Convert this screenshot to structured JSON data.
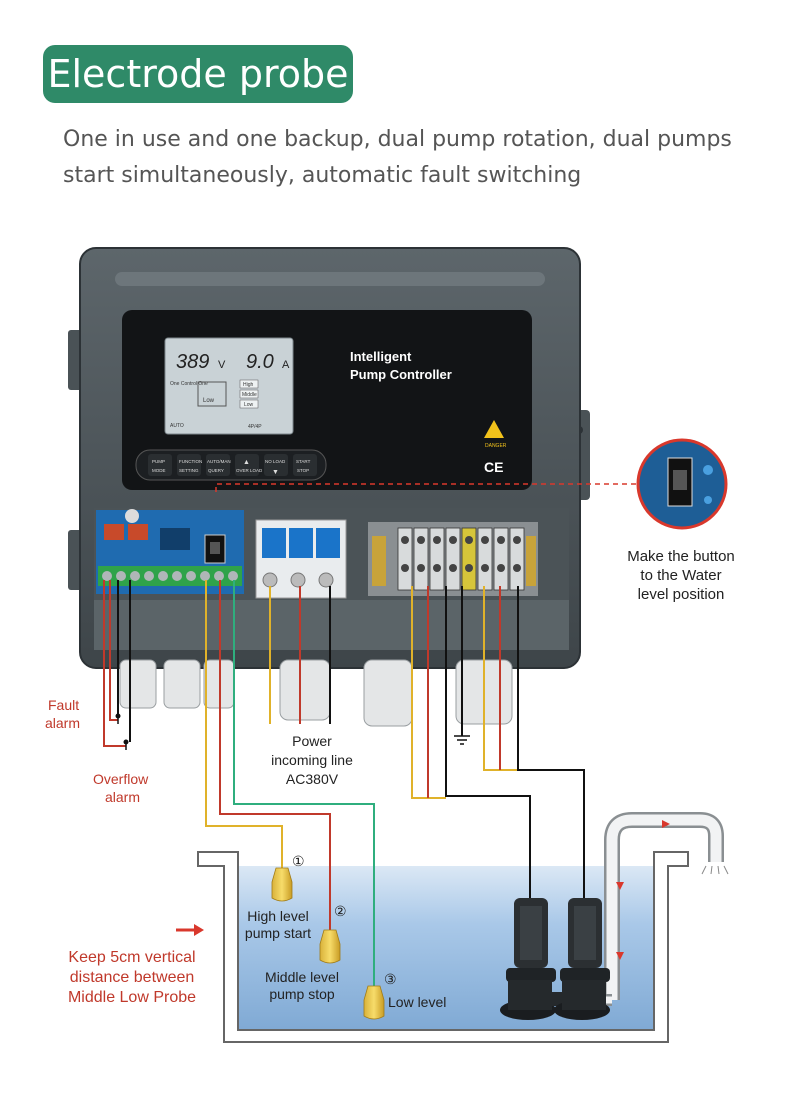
{
  "title": "Electrode probe",
  "subtitle": {
    "line1": "One in use and one backup, dual pump rotation, dual pumps",
    "line2": "start simultaneously, automatic fault switching"
  },
  "controller": {
    "voltage": "389",
    "voltage_unit": "V",
    "current": "9.0",
    "current_unit": "A",
    "name_line1": "Intelligent",
    "name_line2": "Pump Controller",
    "danger": "DANGER",
    "ce": "CE",
    "screen_modes": [
      "High",
      "Middle",
      "Low"
    ],
    "screen_left_tag": "One Control One",
    "screen_low_tag": "Low",
    "screen_bottom_tag": "AUTO",
    "screen_aux": "4P/4P",
    "buttons": [
      {
        "top": "PUMP",
        "bottom": "MODE"
      },
      {
        "top": "FUNCTION",
        "bottom": "SETTING"
      },
      {
        "top": "AUTO/MAN",
        "bottom": "QUERY"
      },
      {
        "top": "▲",
        "bottom": "OVER LOAD"
      },
      {
        "top": "NO LOAD",
        "bottom": "▼"
      },
      {
        "top": "START",
        "bottom": "STOP"
      }
    ]
  },
  "labels": {
    "fault_alarm": [
      "Fault",
      "alarm"
    ],
    "overflow_alarm": [
      "Overflow",
      "alarm"
    ],
    "power_line": [
      "Power",
      "incoming line",
      "AC380V"
    ],
    "button_note": [
      "Make the button",
      "to the Water",
      "level position"
    ],
    "keep_note": [
      "Keep 5cm vertical",
      "distance between",
      "Middle Low Probe"
    ],
    "high_level": [
      "High level",
      "pump start"
    ],
    "middle_level": [
      "Middle level",
      "pump stop"
    ],
    "low_level": "Low level",
    "probe_nums": [
      "①",
      "②",
      "③"
    ]
  },
  "colors": {
    "brand_green": "#2f8a68",
    "red_text": "#c0392b",
    "wire_yellow": "#e0b22a",
    "wire_red": "#c0392b",
    "wire_green": "#2fae7e",
    "wire_black": "#111111",
    "water": "#9cc0e4"
  }
}
